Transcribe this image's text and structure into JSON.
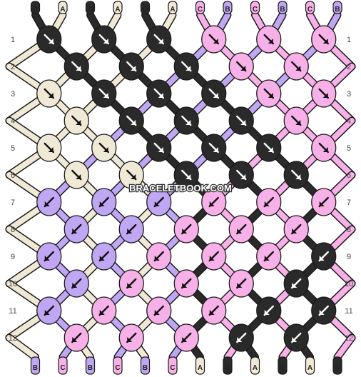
{
  "watermark": "BRACELETBOOK.COM",
  "colors": {
    "A": "#f0e9d6",
    "B": "#c0a7f4",
    "C": "#f8b1e8",
    "D": "#2a2a2a"
  },
  "knot_icons": {
    "fwd": "arrow-down-right-icon",
    "bwd": "arrow-down-left-icon"
  },
  "top_letters": [
    "D",
    "A",
    "D",
    "A",
    "D",
    "A",
    "C",
    "B",
    "C",
    "B",
    "C",
    "B"
  ],
  "bottom_letters": [
    "B",
    "C",
    "B",
    "C",
    "B",
    "C",
    "A",
    "D",
    "A",
    "D",
    "A",
    "D"
  ],
  "row_labels": [
    "1",
    "2",
    "3",
    "4",
    "5",
    "6",
    "7",
    "8",
    "9",
    "10",
    "11",
    "12"
  ],
  "knot_rows": [
    [
      {
        "c": "D",
        "d": "fwd"
      },
      {
        "c": "D",
        "d": "fwd"
      },
      {
        "c": "D",
        "d": "fwd"
      },
      {
        "c": "C",
        "d": "fwd"
      },
      {
        "c": "C",
        "d": "fwd"
      },
      {
        "c": "C",
        "d": "fwd"
      }
    ],
    [
      {
        "c": "D",
        "d": "fwd"
      },
      {
        "c": "D",
        "d": "fwd"
      },
      {
        "c": "D",
        "d": "fwd"
      },
      {
        "c": "C",
        "d": "fwd"
      },
      {
        "c": "C",
        "d": "fwd"
      }
    ],
    [
      {
        "c": "A",
        "d": "fwd"
      },
      {
        "c": "D",
        "d": "fwd"
      },
      {
        "c": "D",
        "d": "fwd"
      },
      {
        "c": "D",
        "d": "fwd"
      },
      {
        "c": "C",
        "d": "fwd"
      },
      {
        "c": "C",
        "d": "fwd"
      }
    ],
    [
      {
        "c": "A",
        "d": "fwd"
      },
      {
        "c": "D",
        "d": "fwd"
      },
      {
        "c": "D",
        "d": "fwd"
      },
      {
        "c": "D",
        "d": "fwd"
      },
      {
        "c": "C",
        "d": "fwd"
      }
    ],
    [
      {
        "c": "A",
        "d": "fwd"
      },
      {
        "c": "A",
        "d": "fwd"
      },
      {
        "c": "D",
        "d": "fwd"
      },
      {
        "c": "D",
        "d": "fwd"
      },
      {
        "c": "D",
        "d": "fwd"
      },
      {
        "c": "C",
        "d": "fwd"
      }
    ],
    [
      {
        "c": "A",
        "d": "fwd"
      },
      {
        "c": "A",
        "d": "fwd"
      },
      {
        "c": "D",
        "d": "fwd"
      },
      {
        "c": "D",
        "d": "fwd"
      },
      {
        "c": "D",
        "d": "fwd"
      }
    ],
    [
      {
        "c": "B",
        "d": "bwd"
      },
      {
        "c": "B",
        "d": "bwd"
      },
      {
        "c": "B",
        "d": "bwd"
      },
      {
        "c": "C",
        "d": "bwd"
      },
      {
        "c": "C",
        "d": "bwd"
      },
      {
        "c": "C",
        "d": "bwd"
      }
    ],
    [
      {
        "c": "B",
        "d": "bwd"
      },
      {
        "c": "B",
        "d": "bwd"
      },
      {
        "c": "C",
        "d": "bwd"
      },
      {
        "c": "C",
        "d": "bwd"
      },
      {
        "c": "C",
        "d": "bwd"
      }
    ],
    [
      {
        "c": "B",
        "d": "bwd"
      },
      {
        "c": "B",
        "d": "bwd"
      },
      {
        "c": "C",
        "d": "bwd"
      },
      {
        "c": "C",
        "d": "bwd"
      },
      {
        "c": "C",
        "d": "bwd"
      },
      {
        "c": "D",
        "d": "bwd"
      }
    ],
    [
      {
        "c": "B",
        "d": "bwd"
      },
      {
        "c": "C",
        "d": "bwd"
      },
      {
        "c": "C",
        "d": "bwd"
      },
      {
        "c": "C",
        "d": "bwd"
      },
      {
        "c": "D",
        "d": "bwd"
      }
    ],
    [
      {
        "c": "B",
        "d": "bwd"
      },
      {
        "c": "C",
        "d": "bwd"
      },
      {
        "c": "C",
        "d": "bwd"
      },
      {
        "c": "C",
        "d": "bwd"
      },
      {
        "c": "D",
        "d": "bwd"
      },
      {
        "c": "D",
        "d": "bwd"
      }
    ],
    [
      {
        "c": "C",
        "d": "bwd"
      },
      {
        "c": "C",
        "d": "bwd"
      },
      {
        "c": "C",
        "d": "bwd"
      },
      {
        "c": "D",
        "d": "bwd"
      },
      {
        "c": "D",
        "d": "bwd"
      }
    ]
  ]
}
